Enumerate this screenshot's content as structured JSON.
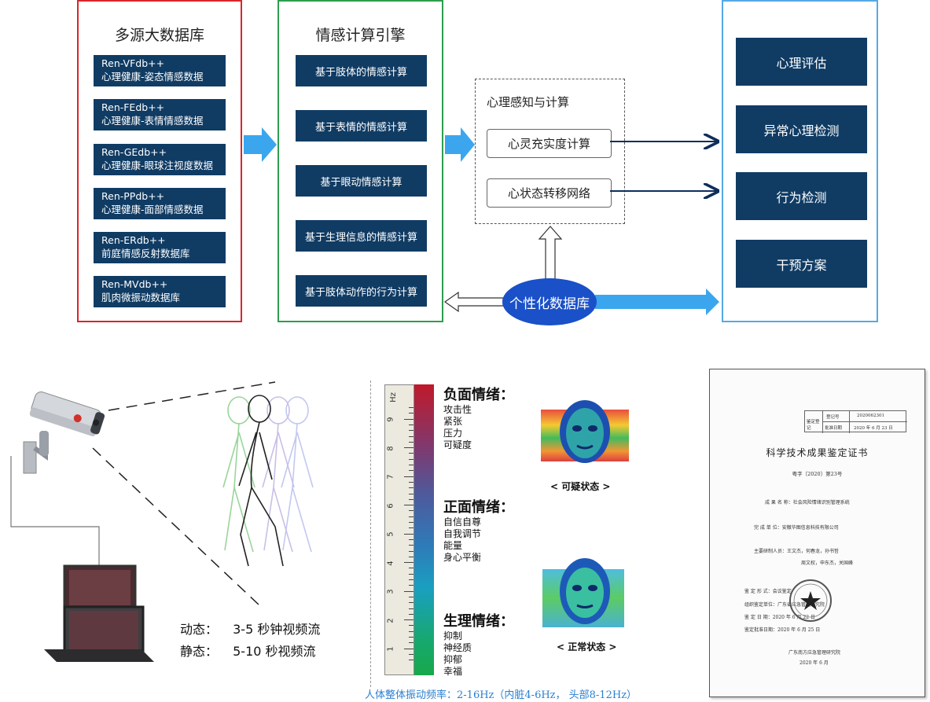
{
  "database_panel": {
    "title": "多源大数据库",
    "items": [
      {
        "line1": "Ren-VFdb++",
        "line2": "心理健康-姿态情感数据"
      },
      {
        "line1": "Ren-FEdb++",
        "line2": "心理健康-表情情感数据"
      },
      {
        "line1": "Ren-GEdb++",
        "line2": "心理健康-眼球注视度数据"
      },
      {
        "line1": "Ren-PPdb++",
        "line2": "心理健康-面部情感数据"
      },
      {
        "line1": "Ren-ERdb++",
        "line2": "前庭情感反射数据库"
      },
      {
        "line1": "Ren-MVdb++",
        "line2": "肌肉微振动数据库"
      }
    ]
  },
  "engine_panel": {
    "title": "情感计算引擎",
    "items": [
      "基于肢体的情感计算",
      "基于表情的情感计算",
      "基于眼动情感计算",
      "基于生理信息的情感计算",
      "基于肢体动作的行为计算"
    ]
  },
  "cognition": {
    "title": "心理感知与计算",
    "items": [
      "心灵充实度计算",
      "心状态转移网络"
    ]
  },
  "personal_db": "个性化数据库",
  "output_panel": {
    "items": [
      "心理评估",
      "异常心理检测",
      "行为检测",
      "干预方案"
    ]
  },
  "video": {
    "dynamic_label": "动态：",
    "dynamic_value": "3-5 秒钟视频流",
    "static_label": "静态：",
    "static_value": "5-10 秒视频流"
  },
  "scale": {
    "unit": "Hz",
    "ticks": [
      "1",
      "2",
      "3",
      "4",
      "5",
      "6",
      "7",
      "8",
      "9"
    ]
  },
  "emotions": [
    {
      "head": "负面情绪：",
      "items": [
        "攻击性",
        "紧张",
        "压力",
        "可疑度"
      ]
    },
    {
      "head": "正面情绪：",
      "items": [
        "自信自尊",
        "自我调节",
        "能量",
        "身心平衡"
      ]
    },
    {
      "head": "生理情绪：",
      "items": [
        "抑制",
        "神经质",
        "抑郁",
        "幸福"
      ]
    }
  ],
  "states": {
    "suspicious": "< 可疑状态 >",
    "normal": "< 正常状态 >"
  },
  "frequency_caption": {
    "label": "人体整体振动频率：",
    "value": "2-16Hz（内脏4-6Hz， 头部8-12Hz）"
  },
  "certificate": {
    "reg_label": "登记号",
    "reg_value": "2020062301",
    "date_label": "批准日期",
    "date_value": "2020 年 6 月 23 日",
    "side_label": "鉴定登记",
    "title": "科学技术成果鉴定证书",
    "number": "粤字〔2020〕第23号",
    "result_line": "成 果 名 称：社会风险情绪识别管理系统",
    "unit_line": "完 成 单 位：安徽华图信息科技有限公司",
    "people_line1": "主要研制人员：王文杰，何春龙，孙书哲",
    "people_line2": "周文权，申东杰，关国峰",
    "form_line": "鉴 定 形 式：会议鉴定",
    "org_line": "组织鉴定单位：广东省应急管理研究院",
    "eval_date_line": "鉴 定 日 期：2020 年 6 月 22 日",
    "approve_line": "鉴定批准日期：2020 年 6 月 25 日",
    "footer_org": "广东南方应急管理研究院",
    "footer_date": "2020 年 6 月"
  },
  "colors": {
    "db_border": "#d9262b",
    "engine_border": "#2e9e4f",
    "output_border": "#56a9e6",
    "box_fill": "#103c64",
    "arrow_blue": "#3ba6ee",
    "ellipse": "#1a50c8",
    "caption_blue": "#2a7fd0"
  }
}
